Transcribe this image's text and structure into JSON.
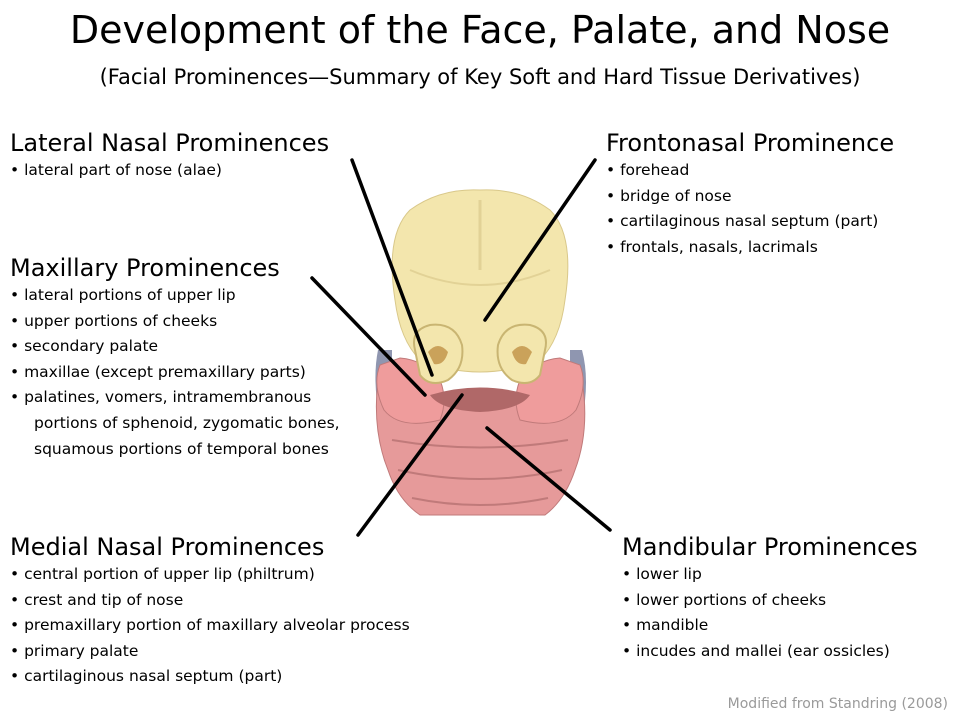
{
  "title": "Development of the Face, Palate, and Nose",
  "subtitle": "(Facial Prominences—Summary of Key Soft and Hard Tissue Derivatives)",
  "lateral_nasal": {
    "heading": "Lateral Nasal Prominences",
    "items": [
      "lateral part of nose (alae)"
    ]
  },
  "maxillary": {
    "heading": "Maxillary Prominences",
    "items": [
      "lateral portions of upper lip",
      "upper portions of cheeks",
      "secondary palate",
      "maxillae (except premaxillary parts)",
      "palatines, vomers, intramembranous",
      "portions of sphenoid, zygomatic bones,",
      "squamous portions of temporal bones"
    ]
  },
  "frontonasal": {
    "heading": "Frontonasal Prominence",
    "items": [
      "forehead",
      "bridge of nose",
      "cartilaginous nasal septum (part)",
      "frontals, nasals, lacrimals"
    ]
  },
  "medial_nasal": {
    "heading": "Medial Nasal Prominences",
    "items": [
      "central portion of upper lip (philtrum)",
      "crest and tip of nose",
      "premaxillary portion of maxillary alveolar process",
      "primary palate",
      "cartilaginous nasal septum (part)"
    ]
  },
  "mandibular": {
    "heading": "Mandibular Prominences",
    "items": [
      "lower lip",
      "lower portions of cheeks",
      "mandible",
      "incudes and mallei (ear ossicles)"
    ]
  },
  "credit": "Modified from Standring (2008)",
  "colors": {
    "frontonasal": "#f3e6ad",
    "maxillary": "#ef9c9c",
    "mandibular": "#e69a9a",
    "shadow": "#c58080",
    "side": "#8f96b0",
    "leader": "#000000"
  }
}
